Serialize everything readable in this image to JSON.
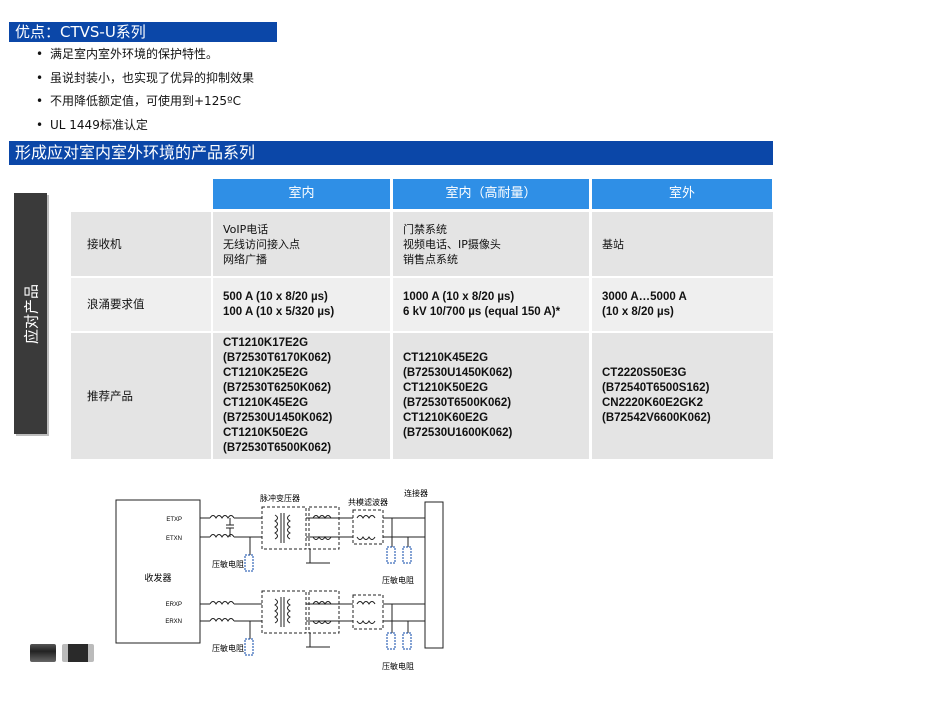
{
  "section1": {
    "title": "优点：CTVS-U系列",
    "bullets": [
      "满足室内室外环境的保护特性。",
      "虽说封装小，也实现了优异的抑制效果",
      "不用降低额定值，可使用到+125ºC",
      "UL 1449标准认定"
    ]
  },
  "section2": {
    "title": "形成应对室内室外环境的产品系列",
    "side_label": "应对产品",
    "headers": [
      "室内",
      "室内（高耐量）",
      "室外"
    ],
    "rows": [
      {
        "label": "接收机",
        "cells": [
          [
            "VoIP电话",
            "无线访问接入点",
            "网络广播"
          ],
          [
            "门禁系统",
            "视频电话、IP摄像头",
            "销售点系统"
          ],
          [
            "基站"
          ]
        ]
      },
      {
        "label": "浪涌要求值",
        "cells": [
          [
            "500 A (10 x 8/20 µs)",
            "100 A (10 x  5/320 µs)"
          ],
          [
            "1000 A (10 x 8/20 µs)",
            "6 kV  10/700 µs (equal 150 A)*"
          ],
          [
            "3000 A…5000 A",
            "(10 x 8/20 µs)"
          ]
        ]
      },
      {
        "label": "推荐产品",
        "cells": [
          [
            "CT1210K17E2G",
            "(B72530T6170K062)",
            "CT1210K25E2G",
            "(B72530T6250K062)",
            "CT1210K45E2G",
            "(B72530U1450K062)",
            "CT1210K50E2G",
            "(B72530T6500K062)"
          ],
          [
            "CT1210K45E2G",
            "(B72530U1450K062)",
            "CT1210K50E2G",
            "(B72530T6500K062)",
            "CT1210K60E2G",
            "(B72530U1600K062)"
          ],
          [
            "CT2220S50E3G",
            "(B72540T6500S162)",
            "CN2220K60E2GK2",
            "(B72542V6600K062)"
          ]
        ]
      }
    ]
  },
  "diagram": {
    "transceiver": "收发器",
    "pulse_transformer": "脉冲变压器",
    "common_mode_filter": "共模滤波器",
    "connector": "连接器",
    "varistor": "压敏电阻",
    "pins": [
      "ETXP",
      "ETXN",
      "ERXP",
      "ERXN"
    ]
  },
  "colors": {
    "banner": "#0b47a8",
    "header": "#2f8fe6",
    "side_tab": "#3a3a3a"
  }
}
